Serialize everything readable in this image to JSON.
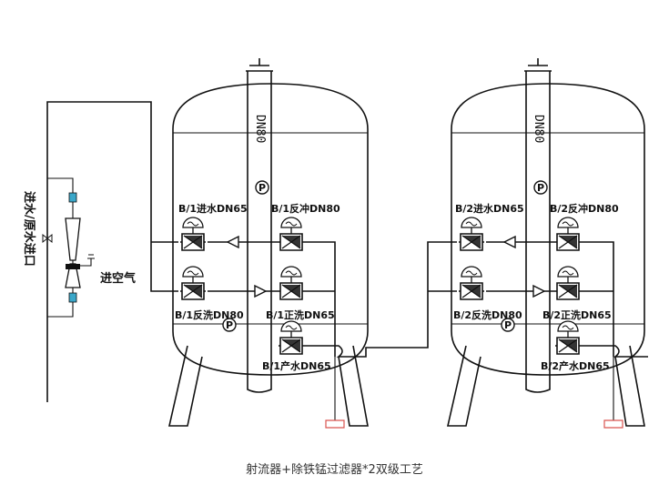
{
  "caption": "射流器+除铁锰过滤器*2双级工艺",
  "side_labels": {
    "water_in": "进水/原水进口",
    "air_in": "进空气"
  },
  "tanks": [
    {
      "dn_top": "DN80",
      "valves": {
        "inlet": "B/1进水DN65",
        "backwash": "B/1反冲DN80",
        "backwash_drain": "B/1反洗DN80",
        "forward_wash": "B/1正洗DN65",
        "outlet": "B/1产水DN65"
      }
    },
    {
      "dn_top": "DN80",
      "valves": {
        "inlet": "B/2进水DN65",
        "backwash": "B/2反冲DN80",
        "backwash_drain": "B/2反洗DN80",
        "forward_wash": "B/2正洗DN65",
        "outlet": "B/2产水DN65"
      }
    }
  ],
  "gauge_symbol": "P",
  "colors": {
    "line": "#111111",
    "valve_blue": "#3aa7c9",
    "drain_red": "#d9534f"
  }
}
